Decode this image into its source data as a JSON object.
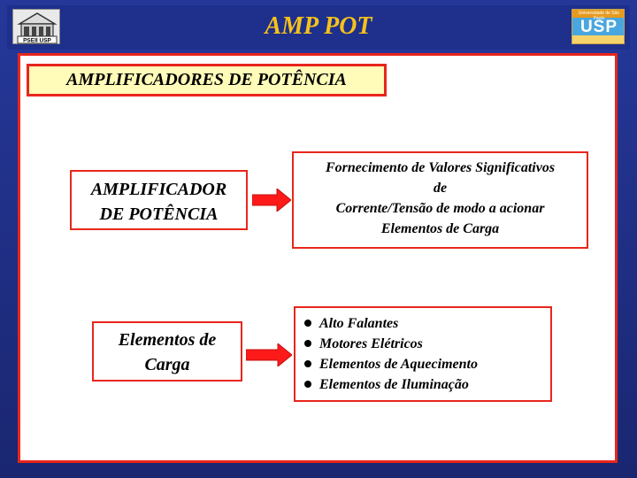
{
  "header": {
    "title": "AMP POT",
    "left_logo_icon": "building-logo-icon",
    "left_logo_text": "PSEII USP",
    "right_logo_icon": "usp-logo-icon",
    "right_logo_text": "USP",
    "right_logo_caption": "Universidade de São Paulo"
  },
  "slide": {
    "heading": "AMPLIFICADORES DE POTÊNCIA",
    "amplifier_box": {
      "line1": "AMPLIFICADOR",
      "line2": "DE POTÊNCIA"
    },
    "description_box": {
      "line1": "Fornecimento de Valores Significativos",
      "line2": "de",
      "line3": "Corrente/Tensão de modo a acionar",
      "line4": "Elementos de Carga"
    },
    "load_box": {
      "line1": "Elementos de",
      "line2": "Carga"
    },
    "load_list": [
      "Alto Falantes",
      "Motores Elétricos",
      "Elementos de Aquecimento",
      "Elementos de Iluminação"
    ]
  },
  "colors": {
    "background": "#1c2a78",
    "title_text": "#f6c21a",
    "border_red": "#e8261c",
    "heading_fill": "#fffbb8",
    "arrow_red": "#ff1a1a"
  }
}
